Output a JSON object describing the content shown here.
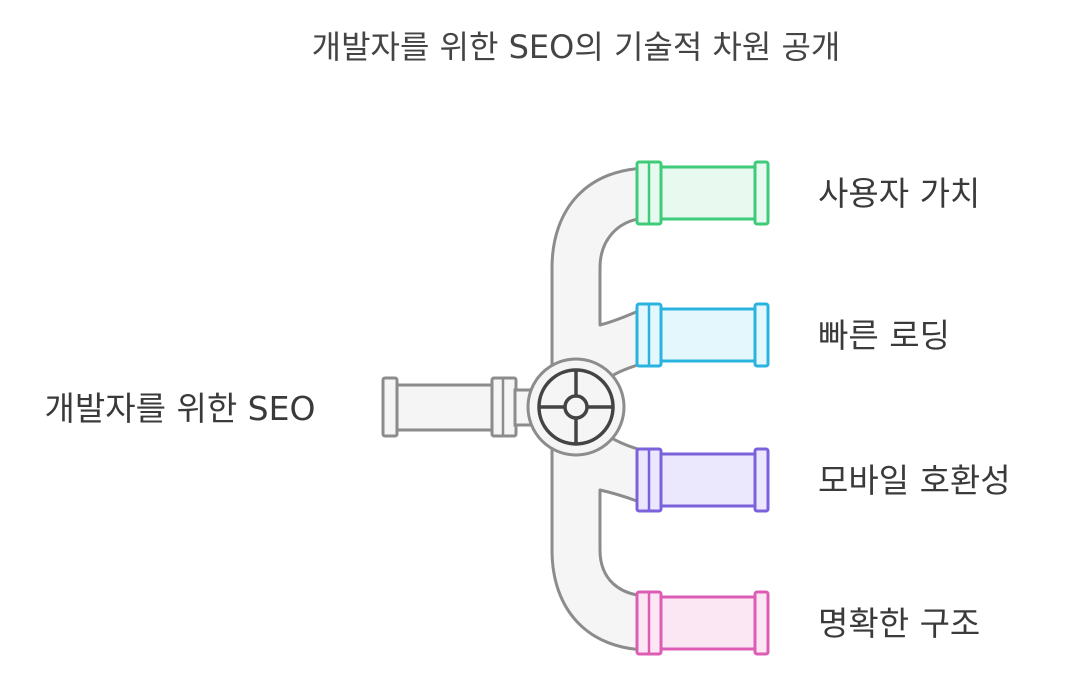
{
  "title": "개발자를 위한 SEO의 기술적 차원 공개",
  "source": {
    "label": "개발자를 위한 SEO"
  },
  "outputs": [
    {
      "label": "사용자 가치",
      "stroke": "#3ecb7a",
      "fill": "#e8f9ef"
    },
    {
      "label": "빠른 로딩",
      "stroke": "#2bb3e0",
      "fill": "#e4f7fd"
    },
    {
      "label": "모바일 호환성",
      "stroke": "#7b61dc",
      "fill": "#ebe7fc"
    },
    {
      "label": "명확한 구조",
      "stroke": "#dd5db5",
      "fill": "#fbe7f4"
    }
  ],
  "colors": {
    "pipe_fill": "#f5f5f5",
    "pipe_stroke": "#8c8c8c",
    "valve_stroke": "#444444"
  },
  "icons": {
    "valve": "valve-wheel-icon"
  }
}
